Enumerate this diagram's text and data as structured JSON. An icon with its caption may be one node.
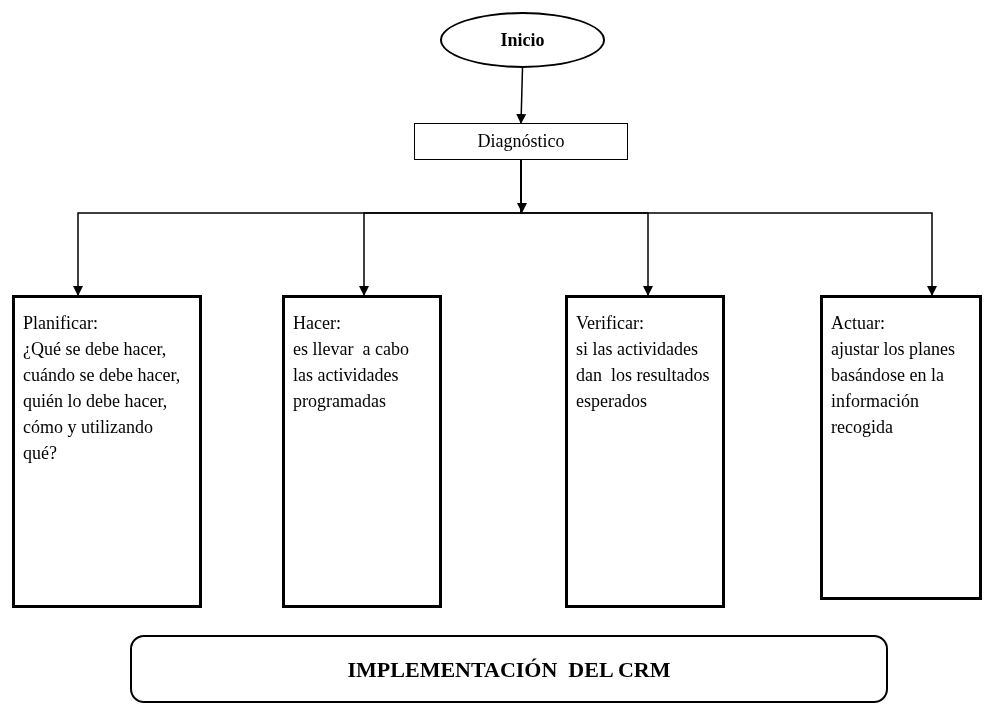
{
  "diagram": {
    "nodes": [
      {
        "text": [
          "Inicio"
        ]
      },
      {
        "text": [
          "Diagnóstico"
        ]
      },
      {
        "text": [
          "Planificar:",
          "¿Qué se debe hacer, cuándo se debe hacer, quién lo debe hacer, cómo y utilizando qué?"
        ]
      },
      {
        "text": [
          "Hacer:",
          "es llevar  a cabo las actividades programadas"
        ]
      },
      {
        "text": [
          "Verificar:",
          "si las actividades dan  los resultados esperados"
        ]
      },
      {
        "text": [
          "Actuar:",
          "ajustar los planes basándose en la información recogida"
        ]
      },
      {
        "text": [
          "IMPLEMENTACIÓN  DEL CRM"
        ]
      }
    ],
    "edges": [
      {
        "from": 0,
        "to": 1,
        "arrow": "to"
      },
      {
        "from": 1,
        "to": 2,
        "arrow": "to"
      },
      {
        "from": 1,
        "to": 3,
        "arrow": "to"
      },
      {
        "from": 1,
        "to": 4,
        "arrow": "to"
      },
      {
        "from": 1,
        "to": 5,
        "arrow": "to"
      }
    ]
  }
}
